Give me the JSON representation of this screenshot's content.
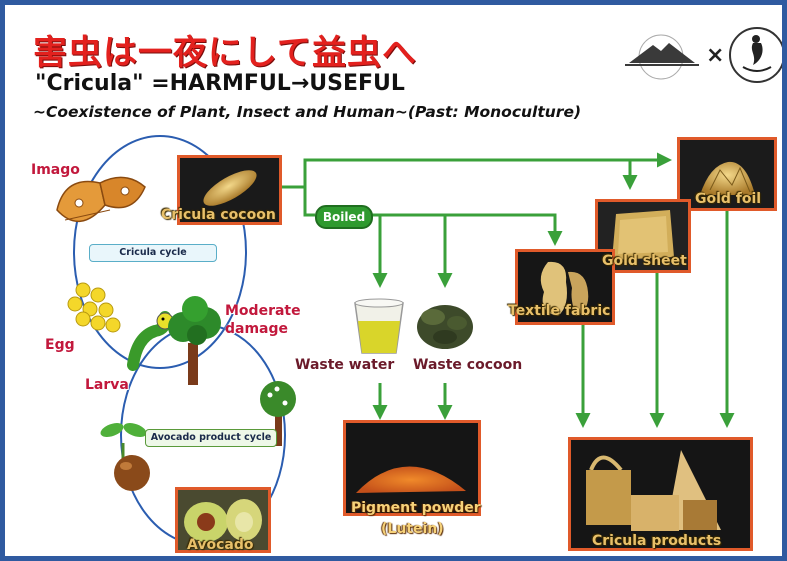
{
  "header": {
    "title_jp": "害虫は一夜にして益虫へ",
    "title_en": "\"Cricula\" =HARMFUL→USEFUL",
    "subtitle": "~Coexistence of Plant, Insect and Human~(Past: Monoculture)",
    "times": "×"
  },
  "cycle": {
    "imago": "Imago",
    "egg": "Egg",
    "larva": "Larva",
    "moderate_damage_1": "Moderate",
    "moderate_damage_2": "damage",
    "cricula_cycle": "Cricula cycle",
    "avocado_cycle": "Avocado product cycle",
    "avocado": "Avocado"
  },
  "process": {
    "cocoon": "Cricula cocoon",
    "boiled": "Boiled",
    "waste_water": "Waste water",
    "waste_cocoon": "Waste cocoon",
    "pigment_powder": "Pigment powder",
    "lutein": "(Lutein)",
    "textile": "Textile fabric",
    "gold_sheet": "Gold sheet",
    "gold_foil": "Gold foil",
    "products": "Cricula products"
  },
  "colors": {
    "accent_red": "#e3211e",
    "frame_blue": "#2f5aa0",
    "arrow_green": "#3aa03a",
    "photo_border": "#e05a2a"
  }
}
